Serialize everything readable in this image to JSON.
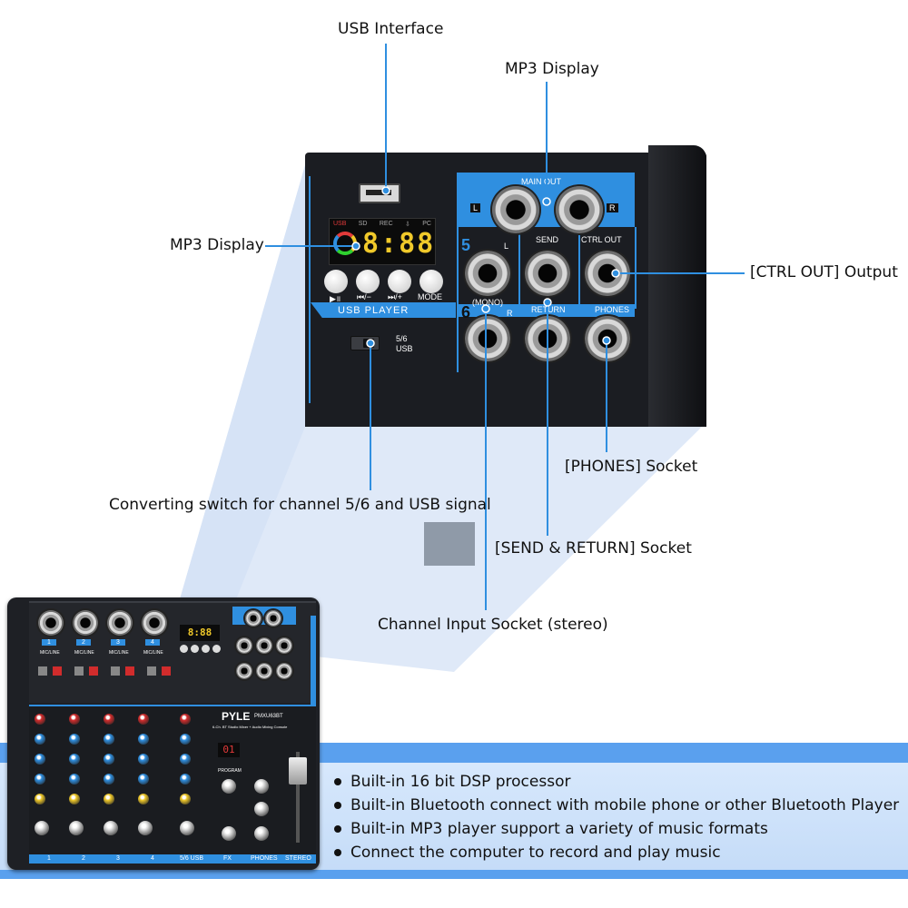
{
  "callouts": {
    "usb_interface": "USB Interface",
    "mp3_display_top": "MP3 Display",
    "mp3_display_left": "MP3 Display",
    "ctrl_out": "[CTRL OUT] Output",
    "phones": "[PHONES] Socket",
    "converting_switch": "Converting switch for channel 5/6 and USB signal",
    "send_return": "[SEND & RETURN] Socket",
    "channel_input": "Channel Input Socket (stereo)"
  },
  "panel": {
    "main_out": "MAIN OUT",
    "l": "L",
    "r": "R",
    "send": "SEND",
    "ctrl_out": "CTRL OUT",
    "return": "RETURN",
    "phones": "PHONES",
    "mono": "(MONO)",
    "ch5": "5",
    "ch6": "6",
    "ch5_l": "L",
    "ch6_r": "R",
    "usb_player": "USB PLAYER",
    "mode": "MODE",
    "play_pause": "▶॥",
    "prev": "⏮/−",
    "next": "⏭/+",
    "switch_56": "5/6",
    "switch_usb": "USB",
    "display_indicators": [
      "USB",
      "SD",
      "REC",
      "⇩",
      "PC"
    ],
    "display_digits": "8:88"
  },
  "mixer": {
    "brand": "PYLE",
    "model": "PMXU63BT",
    "subtitle": "6-Ch. BT Studio Mixer + Audio Mixing Console",
    "channel_numbers": [
      "1",
      "2",
      "3",
      "4"
    ],
    "channel_input_label": "MIC/LINE",
    "bottom_labels": [
      "1",
      "2",
      "3",
      "4",
      "5/6 USB",
      "FX",
      "PHONES",
      "STEREO"
    ],
    "fx_display": "01",
    "program_label": "PROGRAM"
  },
  "features": [
    "Built-in 16 bit DSP processor",
    "Built-in Bluetooth connect with mobile phone or other Bluetooth Player",
    "Built-in MP3 player support a variety of music formats",
    "Connect the computer to record and play music"
  ],
  "colors": {
    "accent_blue": "#2f8fe0",
    "panel_dark": "#1b1d22",
    "zoom_wedge": "#dfe9f8",
    "band_blue": "#5aa0ee",
    "band_light": "#cfe3fb",
    "display_green": "#2fd12f"
  }
}
